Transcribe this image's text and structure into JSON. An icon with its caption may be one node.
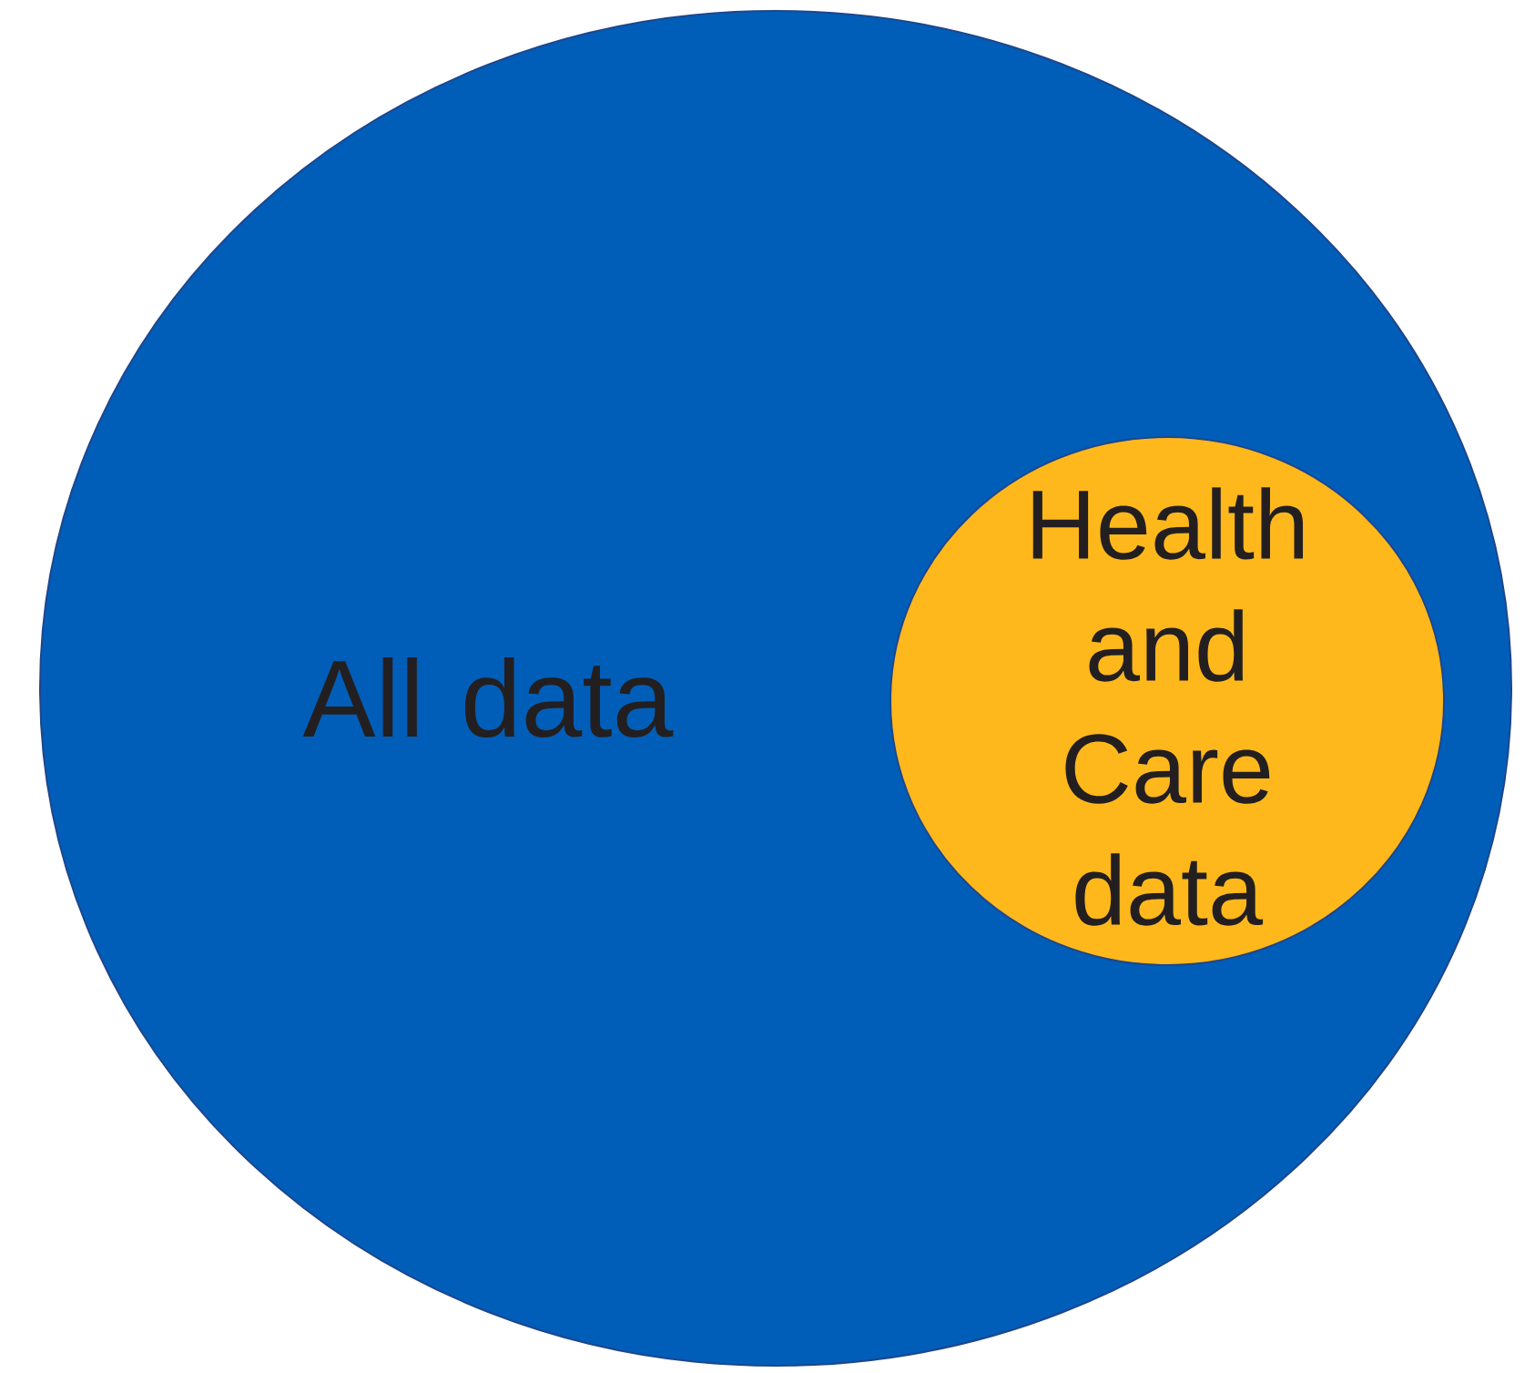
{
  "diagram": {
    "nodes": [
      {
        "text": [
          "All data"
        ]
      },
      {
        "text": [
          "Health and Care data"
        ],
        "in": 0
      }
    ]
  }
}
